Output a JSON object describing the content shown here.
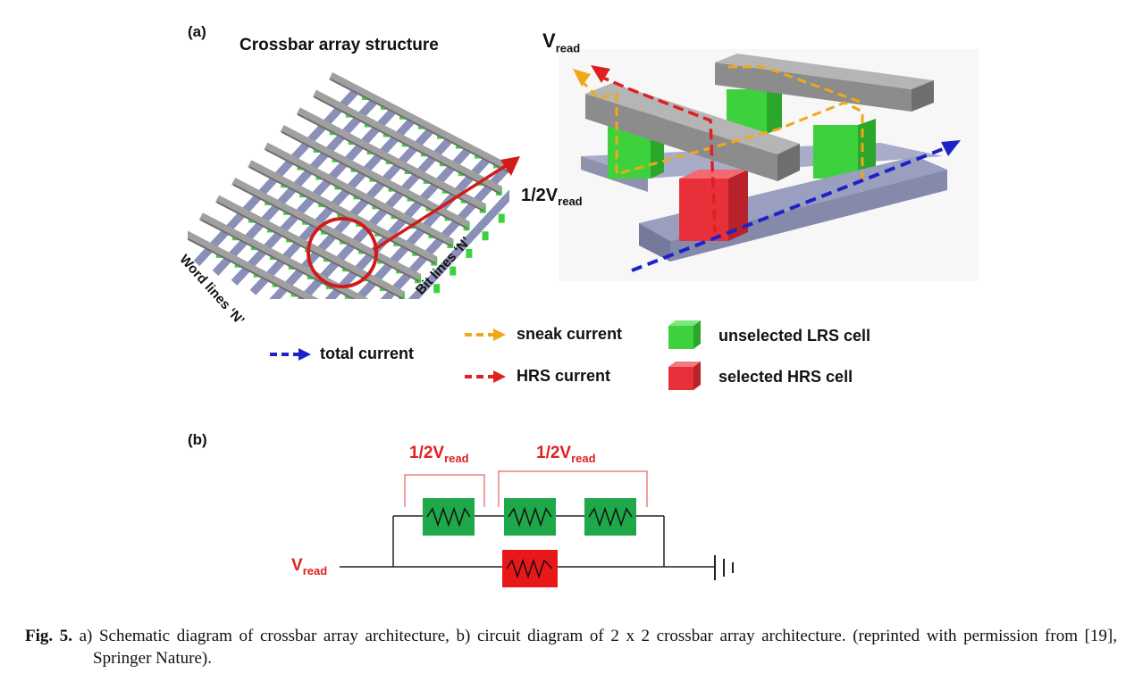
{
  "panel_a": {
    "label": "(a)",
    "title": "Crossbar array structure",
    "word_lines_label": "Word lines ‘N’",
    "bit_lines_label": "Bit lines ‘N’",
    "v_read_main": "V",
    "v_read_sub": "read",
    "half_v_main": "1/2V",
    "half_v_sub": "read"
  },
  "legend": {
    "total_current": "total current",
    "sneak_current": "sneak current",
    "hrs_current": "HRS current",
    "unselected_lrs": "unselected LRS cell",
    "selected_hrs": "selected HRS cell"
  },
  "panel_b": {
    "label": "(b)",
    "half_v_left_main": "1/2V",
    "half_v_left_sub": "read",
    "half_v_right_main": "1/2V",
    "half_v_right_sub": "read",
    "v_read_main": "V",
    "v_read_sub": "read"
  },
  "caption": {
    "fig_label": "Fig. 5.",
    "text": " a) Schematic diagram of crossbar array architecture, b) circuit diagram of 2 x 2 crossbar array architecture. (reprinted with permission from [19], Springer Nature)."
  },
  "colors": {
    "bar_gray": "#8c8c8c",
    "lrs_green": "#3dd23d",
    "hrs_red": "#e8303a",
    "sneak_yellow": "#f0a818",
    "hrs_arrow_red": "#e02020",
    "total_blue": "#1c22c8",
    "resistor_green": "#1ea84a",
    "resistor_red": "#e81818"
  }
}
